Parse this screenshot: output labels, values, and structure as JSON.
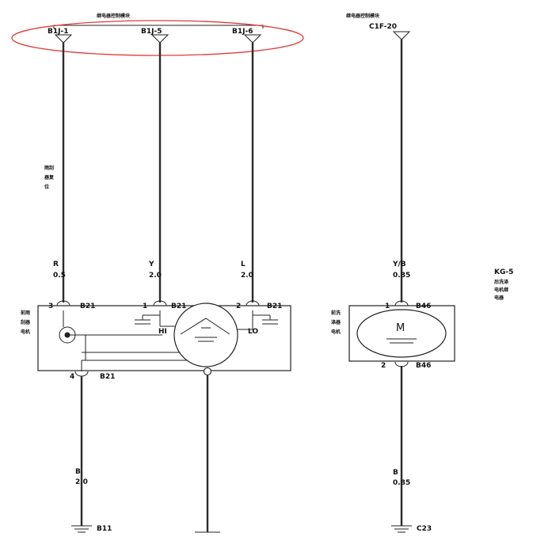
{
  "top_left_title": "继电器控制模块",
  "top_right_title": "继电器控制模块",
  "connectors": {
    "c1": "B1J-1",
    "c2": "B1J-5",
    "c3": "B1J-6",
    "c4": "C1F-20"
  },
  "side_note": [
    "雨刮",
    "器复",
    "位"
  ],
  "wires": {
    "w1": {
      "color": "R",
      "size": "0.5"
    },
    "w2": {
      "color": "Y",
      "size": "2.0"
    },
    "w3": {
      "color": "L",
      "size": "2.0"
    },
    "w4": {
      "color": "Y/B",
      "size": "0.85"
    },
    "w5": {
      "color": "B",
      "size": "2.0"
    },
    "w6": {
      "color": "B",
      "size": "0.85"
    }
  },
  "left_motor": {
    "label": [
      "前雨",
      "刮器",
      "电机"
    ],
    "pins": {
      "p3": "3",
      "p1": "1",
      "p2": "2",
      "p4": "4"
    },
    "connector": "B21",
    "hi": "HI",
    "lo": "LO"
  },
  "right_motor": {
    "label": [
      "前洗",
      "涤器",
      "电机"
    ],
    "pins": {
      "p1": "1",
      "p2": "2"
    },
    "connector": "B46",
    "m": "M"
  },
  "ground_left": "B11",
  "ground_right": "C23",
  "kg_title": "KG-5",
  "kg_lines": [
    "后洗涤",
    "电机继",
    "电器"
  ]
}
